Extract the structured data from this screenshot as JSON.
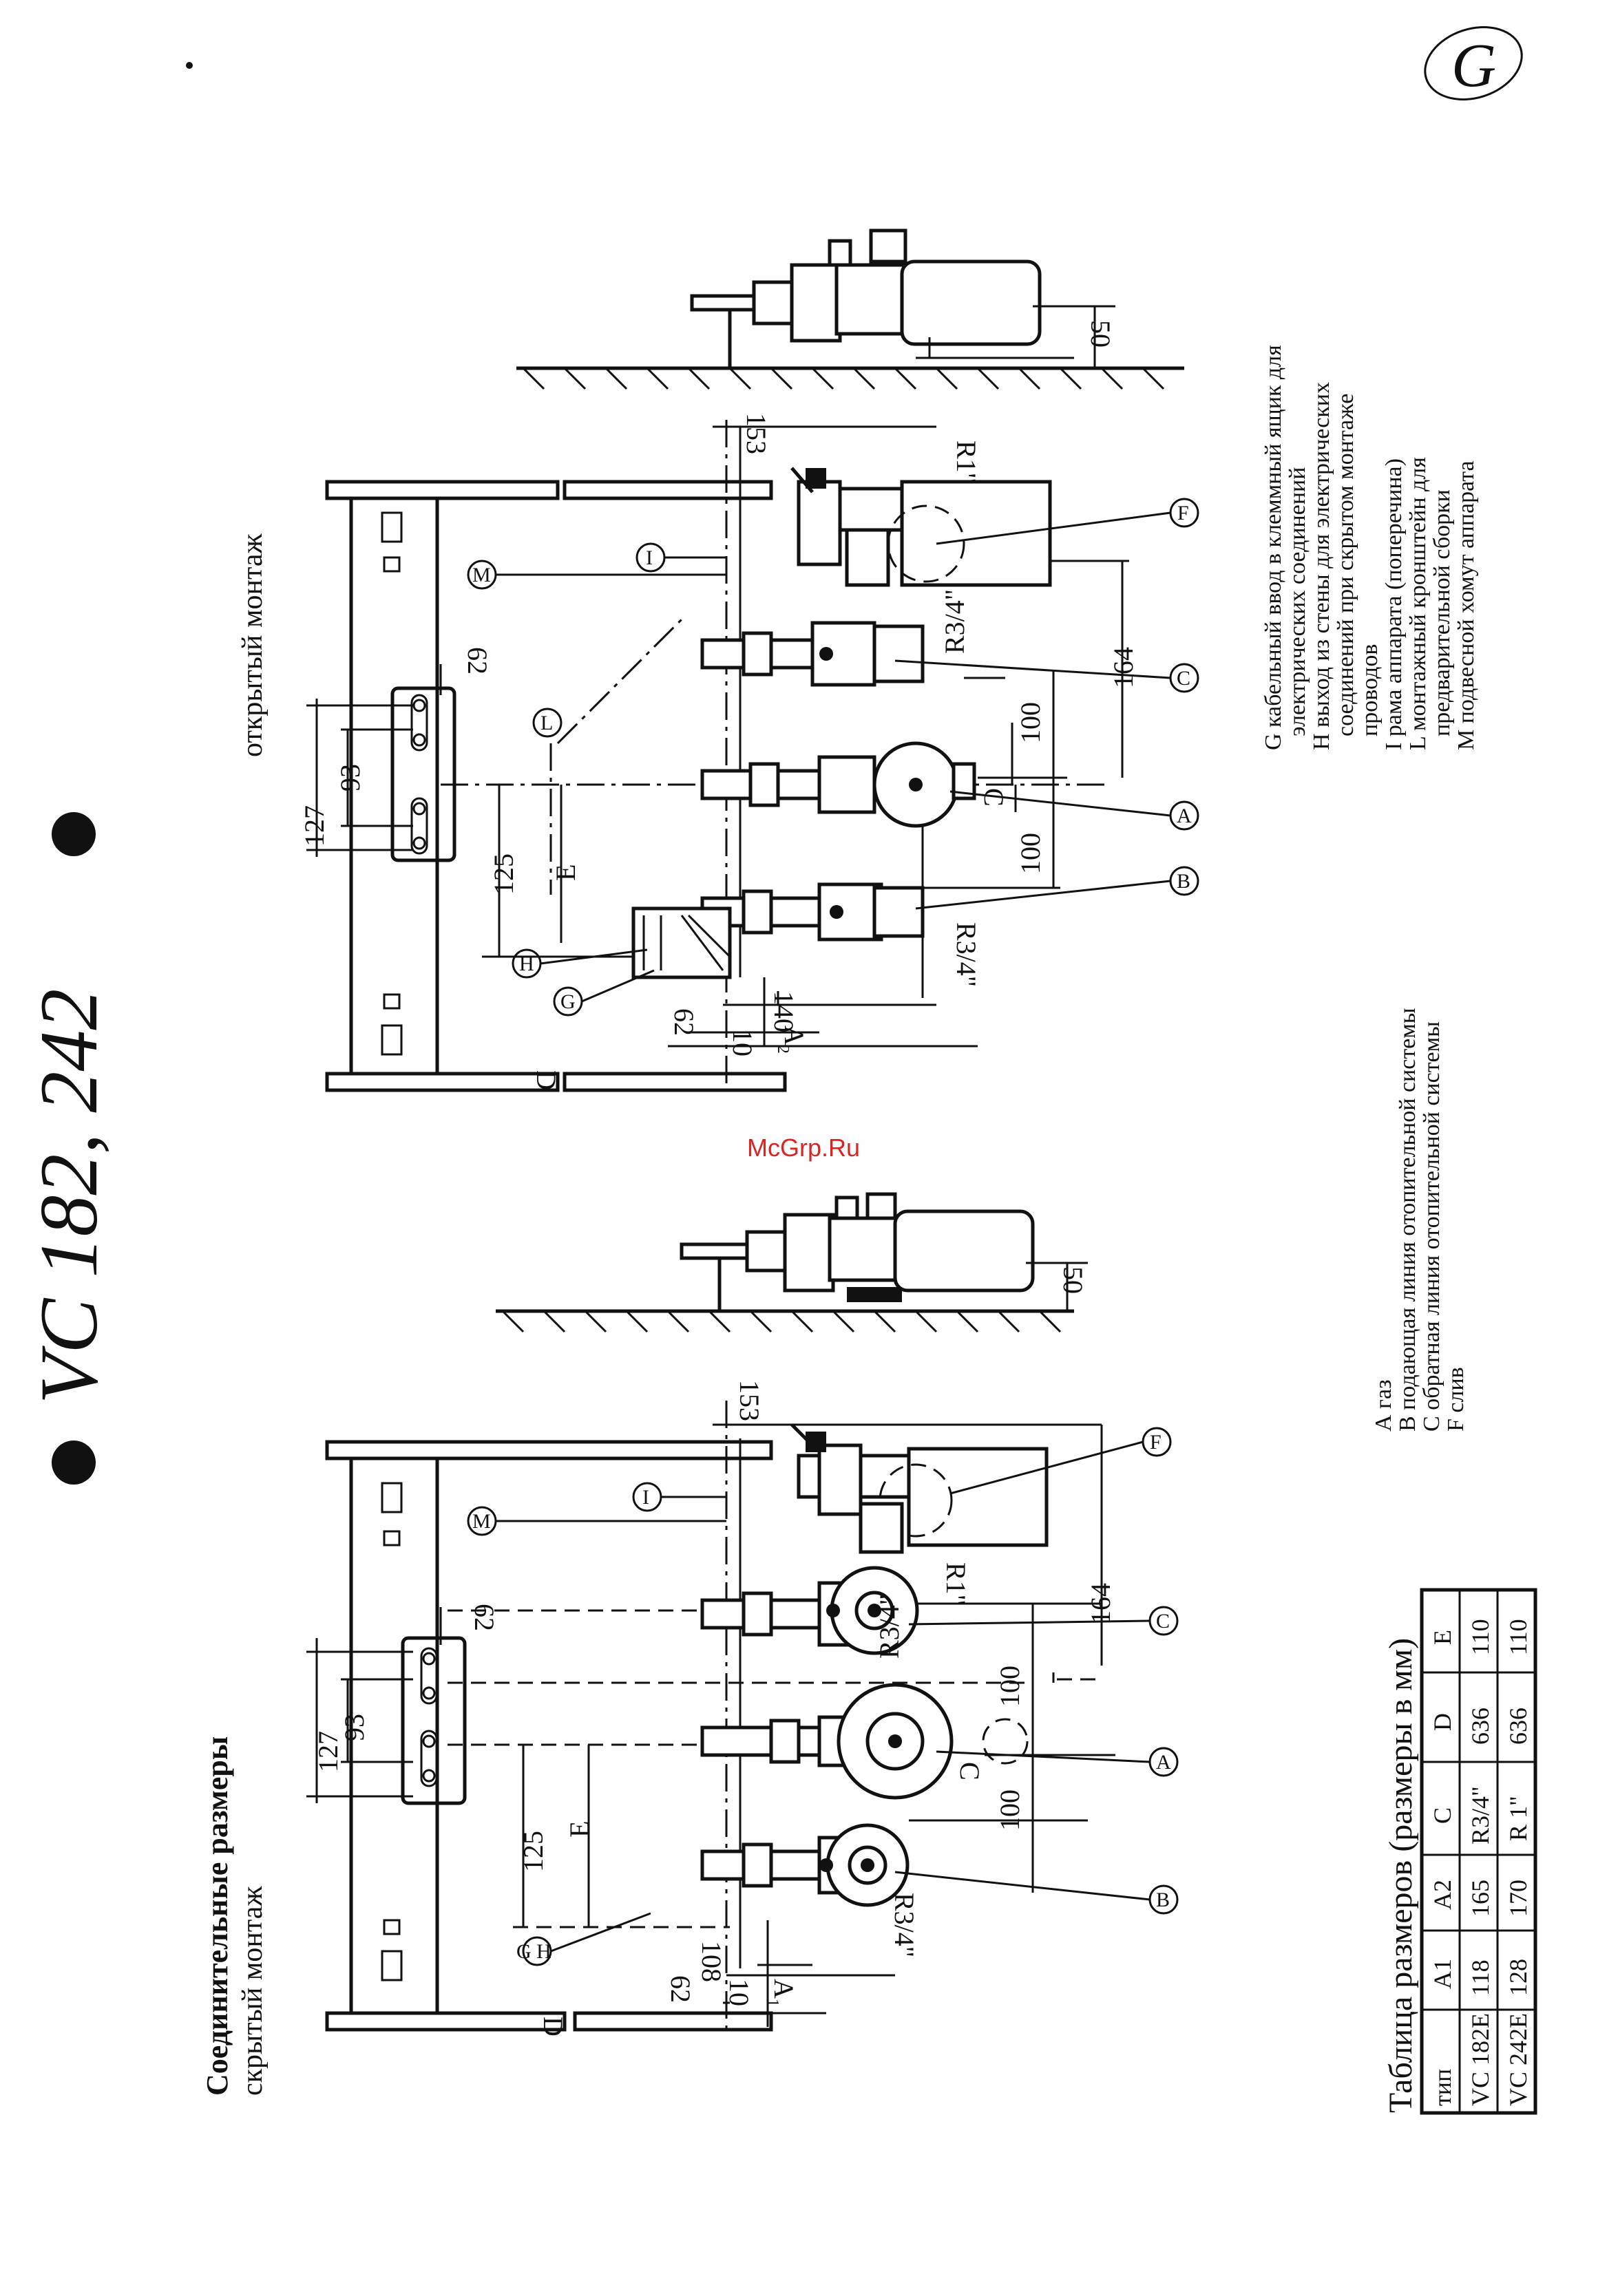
{
  "page_mark": "G",
  "handwritten_model": "VC 182, 242",
  "watermark": "McGrp.Ru",
  "left_panel": {
    "heading": "Соединительные размеры",
    "subheading": "скрытый монтаж",
    "dims": {
      "d127": "127",
      "d93": "93",
      "d62a": "62",
      "d125": "125",
      "dE": "E",
      "d108": "108",
      "d62b": "62",
      "d10": "10",
      "dA1": "A",
      "dA1sub": "1",
      "dD": "D",
      "dR34a": "R3/4\"",
      "dR34b": "R3/4\"",
      "dC": "C",
      "d100a": "100",
      "d100b": "100",
      "d164": "164",
      "d153": "153",
      "dR1": "R1\"",
      "d50": "50"
    },
    "callouts": {
      "B": "B",
      "A": "A",
      "C": "C",
      "GH": "G H",
      "I": "I",
      "M": "M",
      "F": "F"
    }
  },
  "right_panel": {
    "subheading": "открытый монтаж",
    "dims": {
      "d127": "127",
      "d93": "93",
      "d62a": "62",
      "d125": "125",
      "dE": "E",
      "d140": "140",
      "d62b": "62",
      "d10": "10",
      "dA2": "A",
      "dA2sub": "2",
      "dD": "D",
      "dR34a": "R3/4\"",
      "dR34b": "R3/4\"",
      "dC": "C",
      "d100a": "100",
      "d100b": "100",
      "d164": "164",
      "d153": "153",
      "dR1": "R1\"",
      "d50": "50"
    },
    "callouts": {
      "B": "B",
      "A": "A",
      "C": "C",
      "G": "G",
      "H": "H",
      "L": "L",
      "I": "I",
      "M": "M",
      "F": "F"
    }
  },
  "legend_abcf": [
    "А газ",
    "В подающая линия отопительной системы",
    "С обратная линия отопительной системы",
    "F слив"
  ],
  "legend_ghilm": [
    "G кабельный ввод в клеммный ящик для",
    "электрических соединений",
    "Н выход из стены для электрических",
    "соединений при скрытом монтаже",
    "проводов",
    "I   рама аппарата (поперечина)",
    "L  монтажный кронштейн для",
    "предварительной сборки",
    "М подвесной хомут аппарата"
  ],
  "table": {
    "title": "Таблица размеров (размеры в мм)",
    "headers": [
      "тип",
      "A1",
      "A2",
      "C",
      "D",
      "E"
    ],
    "rows": [
      [
        "VC 182E",
        "118",
        "165",
        "R3/4\"",
        "636",
        "110"
      ],
      [
        "VC 242E",
        "128",
        "170",
        "R 1\"",
        "636",
        "110"
      ]
    ]
  }
}
